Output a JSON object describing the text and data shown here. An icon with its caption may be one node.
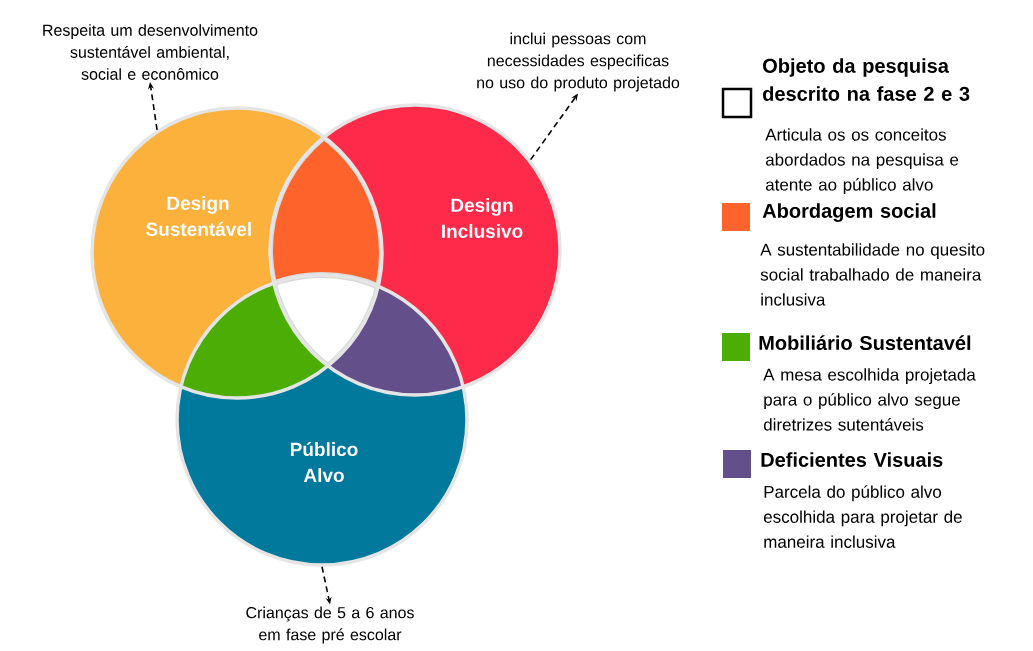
{
  "diagram": {
    "nodes": [
      {
        "text": [
          "Design Sustentável"
        ]
      },
      {
        "text": [
          "Design Inclusivo"
        ]
      },
      {
        "text": [
          "Público Alvo"
        ]
      },
      {
        "text": [
          "Respeita um desenvolvimento sustentável ambiental, social e econômico"
        ]
      },
      {
        "text": [
          "inclui pessoas com necessidades especificas no uso do produto projetado"
        ]
      },
      {
        "text": [
          "Crianças de 5 a 6 anos em fase pré escolar"
        ]
      }
    ],
    "edges": [
      {
        "from": 0,
        "to": 3,
        "arrow": "to",
        "style": "dashed"
      },
      {
        "from": 1,
        "to": 4,
        "arrow": "to",
        "style": "dashed"
      },
      {
        "from": 2,
        "to": 5,
        "arrow": "to",
        "style": "dashed"
      }
    ],
    "labels": [
      "Articula os os conceitos abordados na pesquisa e atente ao público alvo",
      "A sustentabilidade no quesito social trabalhado de maneira inclusiva",
      "A mesa escolhida projetada para o público alvo segue diretrizes sutentáveis",
      "Parcela do público alvo escolhida para projetar de maneira inclusiva"
    ],
    "legend": [
      {
        "text": "Objeto da pesquisa descrito na fase 2 e 3"
      },
      {
        "text": "Abordagem social",
        "color": "#fe632b"
      },
      {
        "text": "Mobiliário Sustentavél",
        "color": "#4cae05"
      },
      {
        "text": "Deficientes Visuais",
        "color": "#63508a"
      }
    ]
  }
}
